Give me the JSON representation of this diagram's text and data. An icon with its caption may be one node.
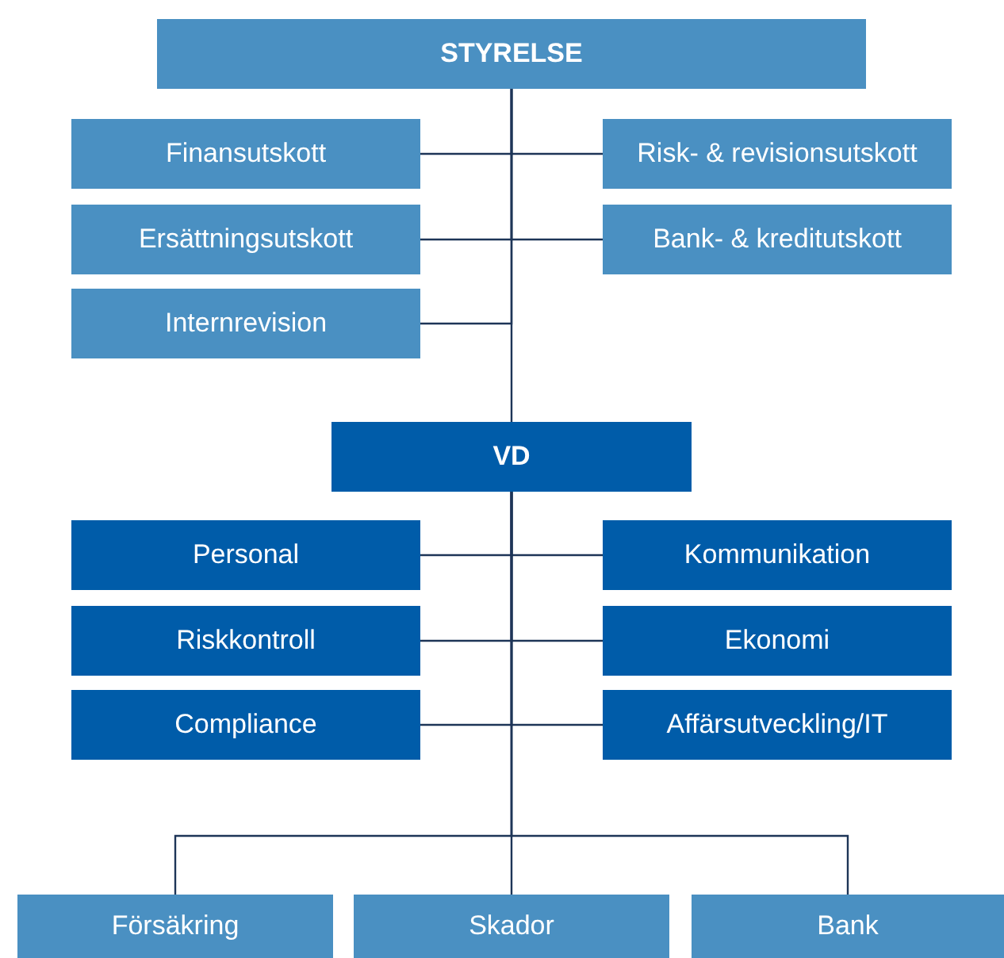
{
  "diagram": {
    "nodes": [
      {
        "text": [
          "STYRELSE"
        ]
      },
      {
        "text": [
          "Finansutskott"
        ]
      },
      {
        "text": [
          "Risk- & revisionsutskott"
        ]
      },
      {
        "text": [
          "Ersättningsutskott"
        ]
      },
      {
        "text": [
          "Bank- & kreditutskott"
        ]
      },
      {
        "text": [
          "Internrevision"
        ]
      },
      {
        "text": [
          "VD"
        ]
      },
      {
        "text": [
          "Personal"
        ]
      },
      {
        "text": [
          "Kommunikation"
        ]
      },
      {
        "text": [
          "Riskkontroll"
        ]
      },
      {
        "text": [
          "Ekonomi"
        ]
      },
      {
        "text": [
          "Compliance"
        ]
      },
      {
        "text": [
          "Affärsutveckling/IT"
        ]
      },
      {
        "text": [
          "Försäkring"
        ]
      },
      {
        "text": [
          "Skador"
        ]
      },
      {
        "text": [
          "Bank"
        ]
      }
    ],
    "edges": [
      {
        "from": 0,
        "to": 1,
        "arrow": "none"
      },
      {
        "from": 0,
        "to": 2,
        "arrow": "none"
      },
      {
        "from": 0,
        "to": 3,
        "arrow": "none"
      },
      {
        "from": 0,
        "to": 4,
        "arrow": "none"
      },
      {
        "from": 0,
        "to": 5,
        "arrow": "none"
      },
      {
        "from": 0,
        "to": 6,
        "arrow": "none"
      },
      {
        "from": 6,
        "to": 7,
        "arrow": "none"
      },
      {
        "from": 6,
        "to": 8,
        "arrow": "none"
      },
      {
        "from": 6,
        "to": 9,
        "arrow": "none"
      },
      {
        "from": 6,
        "to": 10,
        "arrow": "none"
      },
      {
        "from": 6,
        "to": 11,
        "arrow": "none"
      },
      {
        "from": 6,
        "to": 12,
        "arrow": "none"
      },
      {
        "from": 6,
        "to": 13,
        "arrow": "none"
      },
      {
        "from": 6,
        "to": 14,
        "arrow": "none"
      },
      {
        "from": 6,
        "to": 15,
        "arrow": "none"
      }
    ]
  }
}
